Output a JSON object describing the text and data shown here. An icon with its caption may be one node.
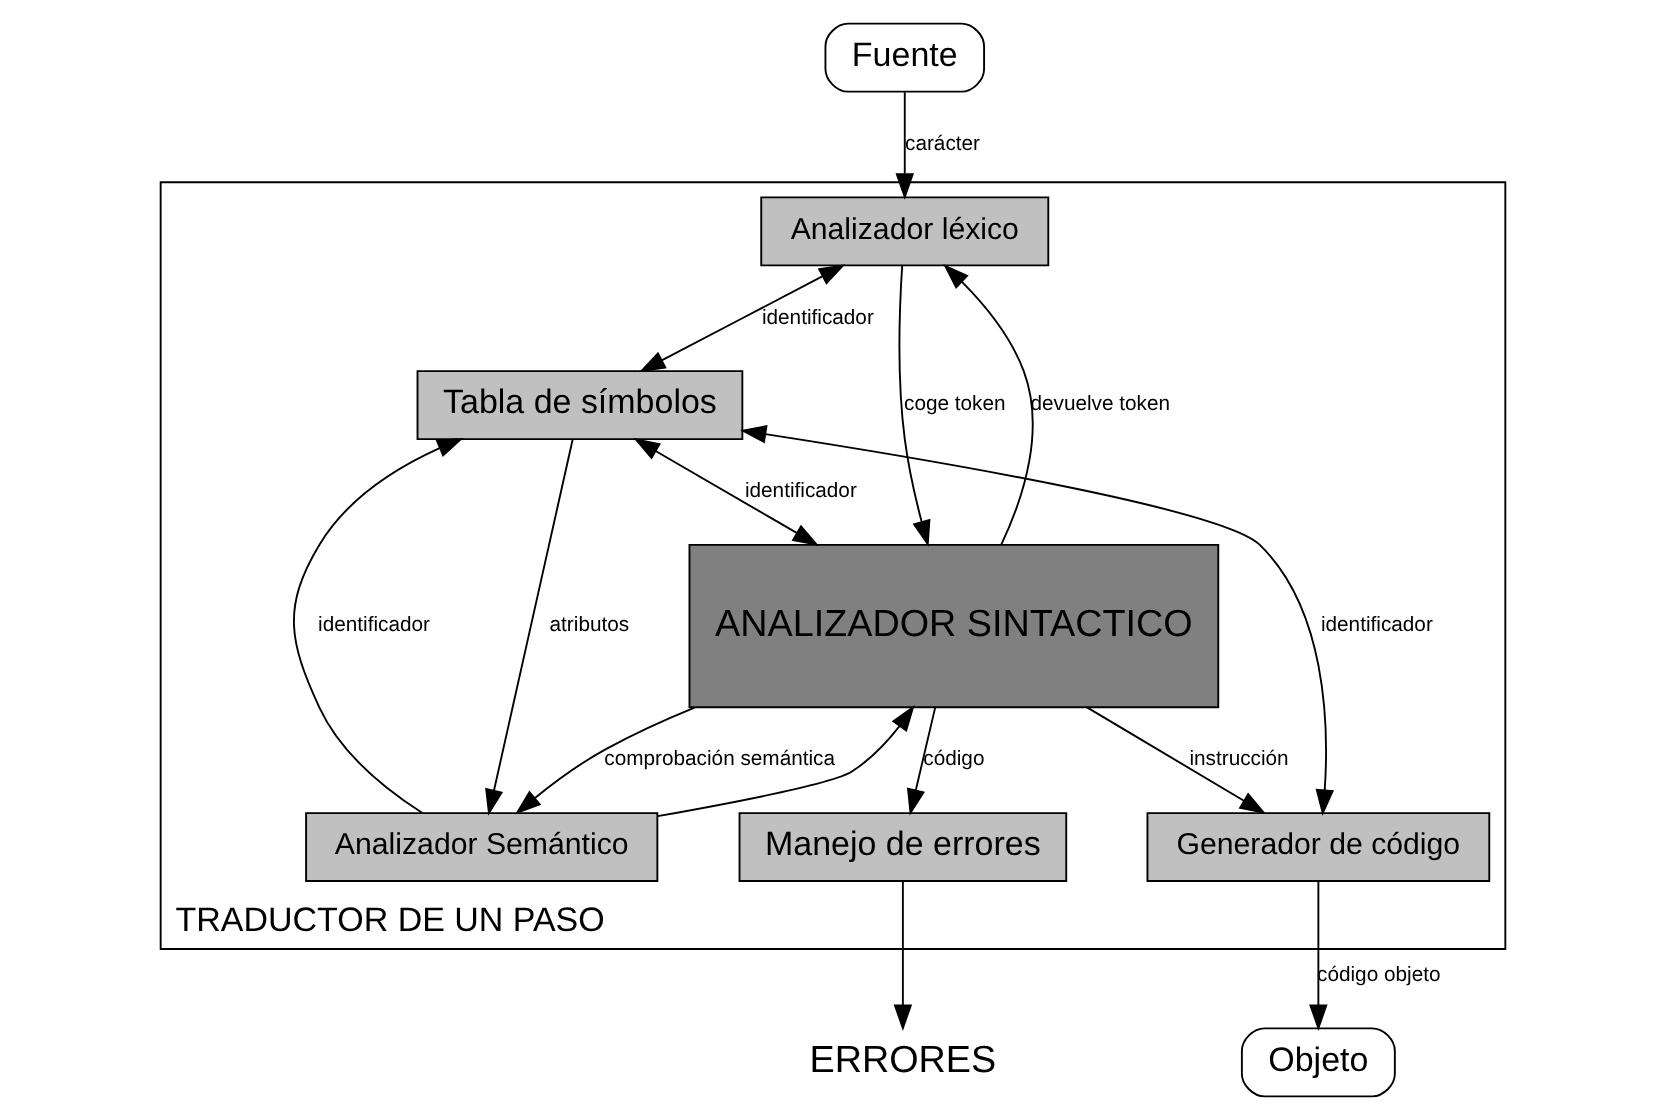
{
  "diagram": {
    "nodes": [
      {
        "text": [
          "Fuente"
        ]
      },
      {
        "text": [
          "TRADUCTOR DE UN PASO"
        ]
      },
      {
        "text": [
          "Analizador léxico"
        ],
        "in": 1
      },
      {
        "text": [
          "Tabla de símbolos"
        ],
        "in": 1
      },
      {
        "text": [
          "Manejo de errores"
        ],
        "in": 1
      },
      {
        "text": [
          "ANALIZADOR SINTACTICO"
        ],
        "in": 1
      },
      {
        "text": [
          "Analizador Semántico"
        ],
        "in": 1
      },
      {
        "text": [
          "Generador de código"
        ],
        "in": 1
      },
      {
        "text": [
          "Objeto"
        ]
      },
      {
        "text": [
          "ERRORES"
        ]
      }
    ],
    "edges": [
      {
        "from": 0,
        "to": 2,
        "arrow": "to",
        "label": "carácter"
      },
      {
        "from": 2,
        "to": 3,
        "arrow": "both",
        "label": "identificador"
      },
      {
        "from": 5,
        "to": 2,
        "arrow": "to",
        "label": "devuelve token"
      },
      {
        "from": 2,
        "to": 5,
        "arrow": "to",
        "label": "coge token"
      },
      {
        "from": 3,
        "to": 5,
        "arrow": "both",
        "label": "identificador"
      },
      {
        "from": 6,
        "to": 3,
        "arrow": "to",
        "label": "identificador"
      },
      {
        "from": 3,
        "to": 6,
        "arrow": "to",
        "label": "atributos"
      },
      {
        "from": 6,
        "to": 5,
        "arrow": "to"
      },
      {
        "from": 5,
        "to": 6,
        "arrow": "to",
        "label": "comprobación semántica"
      },
      {
        "from": 5,
        "to": 4,
        "arrow": "to",
        "label": "código"
      },
      {
        "from": 4,
        "to": 9,
        "arrow": "to"
      },
      {
        "from": 5,
        "to": 7,
        "arrow": "to",
        "label": "instrucción"
      },
      {
        "from": 3,
        "to": 7,
        "arrow": "both",
        "label": "identificador"
      },
      {
        "from": 7,
        "to": 8,
        "arrow": "to",
        "label": "código objeto"
      }
    ]
  }
}
